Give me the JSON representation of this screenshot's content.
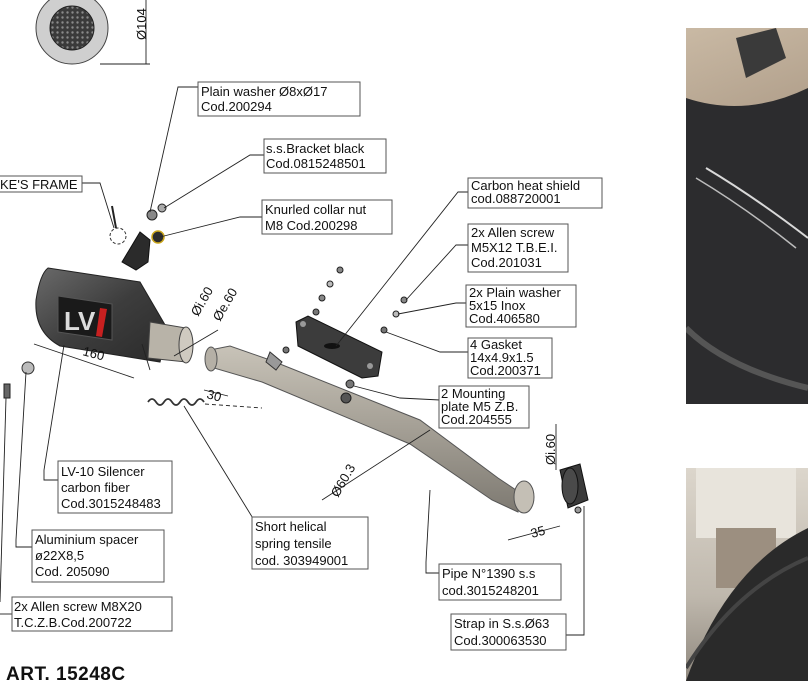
{
  "article": "ART. 15248C",
  "dimensions": {
    "outer_diameter": "Ø104",
    "inner_diameter": "Øi.60",
    "outer_pipe_diameter": "Øe.60",
    "silencer_length": "160",
    "overlap_length": "30",
    "pipe_diameter": "Ø60.3",
    "outlet_inner_diameter": "Øi.60",
    "outlet_length": "35"
  },
  "parts": {
    "plain_washer": {
      "line1": "Plain washer  Ø8xØ17",
      "line2": "Cod.200294"
    },
    "bracket": {
      "line1": "s.s.Bracket black",
      "line2": "Cod.0815248501"
    },
    "bikes_frame": {
      "line1": "KE'S FRAME"
    },
    "knurled_nut": {
      "line1": "Knurled collar nut",
      "line2": "M8 Cod.200298"
    },
    "heat_shield": {
      "line1": "Carbon heat shield",
      "line2": "cod.088720001"
    },
    "allen_m5": {
      "line1": "2x Allen screw",
      "line2": "M5X12 T.B.E.I.",
      "line3": "Cod.201031"
    },
    "plain_washer_5": {
      "line1": "2x Plain washer",
      "line2": "5x15 Inox",
      "line3": "Cod.406580"
    },
    "gasket": {
      "line1": "4 Gasket",
      "line2": "14x4.9x1.5",
      "line3": "Cod.200371"
    },
    "mounting_plate": {
      "line1": "2 Mounting",
      "line2": "plate M5 Z.B.",
      "line3": "Cod.204555"
    },
    "silencer": {
      "line1": "LV-10 Silencer",
      "line2": "carbon fiber",
      "line3": "Cod.3015248483"
    },
    "spacer": {
      "line1": "Aluminium spacer",
      "line2": "ø22X8,5",
      "line3": "Cod. 205090"
    },
    "spring": {
      "line1": "Short helical",
      "line2": "spring tensile",
      "line3": "cod. 303949001"
    },
    "pipe": {
      "line1": "Pipe N°1390 s.s",
      "line2": "cod.3015248201"
    },
    "allen_m8": {
      "line1": "2x Allen screw M8X20",
      "line2": "T.C.Z.B.Cod.200722"
    },
    "strap": {
      "line1": "Strap in S.s.Ø63",
      "line2": "Cod.300063530"
    }
  },
  "logo_text": "LV"
}
